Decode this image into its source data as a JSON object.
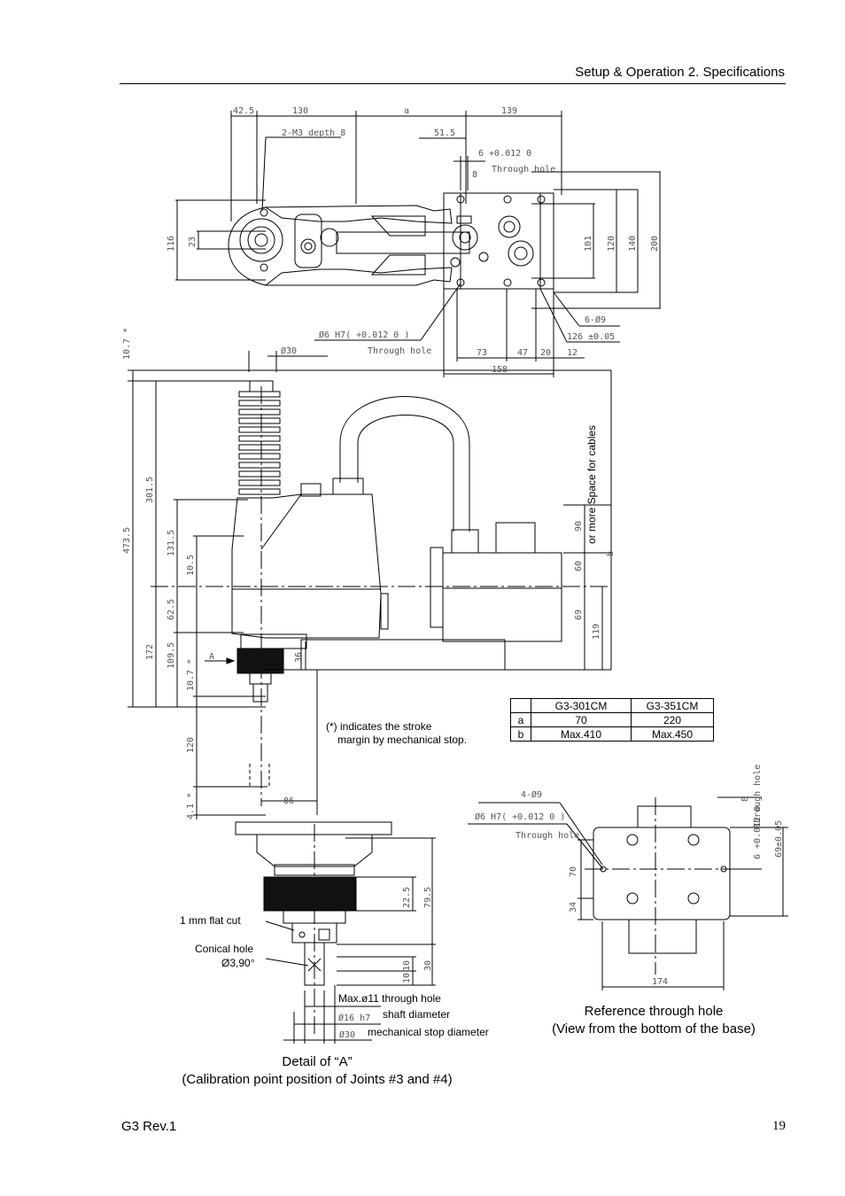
{
  "header": {
    "title": "Setup & Operation   2. Specifications"
  },
  "footer": {
    "left": "G3 Rev.1",
    "page": "19"
  },
  "notes": {
    "stroke_line1": "(*) indicates the stroke",
    "stroke_line2": "margin by mechanical stop.",
    "cable_space": "or more Space for cables",
    "flat_cut": "1  mm  flat  cut",
    "conical_1": "Conical hole",
    "conical_2": "Ø3,90°",
    "max_hole": "Max.ø11 through hole",
    "shaft_dia": "shaft diameter",
    "stop_dia": "mechanical stop diameter",
    "ref_cap1": "Reference through hole",
    "ref_cap2": "(View from the bottom of the base)",
    "detail_cap1": "Detail of “A”",
    "detail_cap2": "(Calibration point position of Joints #3 and #4)"
  },
  "dims": {
    "top_425": "42.5",
    "top_130": "130",
    "top_a": "a",
    "top_139": "139",
    "m3": "2-M3 depth 8",
    "d515": "51.5",
    "d6tol": "6 +0.012 0",
    "thru1": "Through hole",
    "d8": "8",
    "d116": "116",
    "d23": "23",
    "d101": "101",
    "d120": "120",
    "d140": "140",
    "d200": "200",
    "d6h7": "Ø6 H7( +0.012 0 )",
    "thru2": "Through hole",
    "d30": "Ø30",
    "six_holes": "6-Ø9",
    "d126": "126 ±0.05",
    "d73": "73",
    "d47": "47",
    "d20": "20",
    "d12": "12",
    "d158": "158",
    "d107a": "10.7 *",
    "d3015": "301.5",
    "d4735": "473.5",
    "d1315": "131.5",
    "d105": "10.5",
    "d625": "62.5",
    "d172": "172",
    "d1095": "109.5",
    "d107b": "10.7 *",
    "d120b": "120",
    "d41": "4.1 *",
    "dA": "A",
    "d36": "36",
    "d90": "90",
    "d60": "60",
    "d69": "69",
    "d119": "119",
    "db": "b",
    "d86": "86",
    "d225": "22.5",
    "d795": "79.5",
    "d10a": "10",
    "d10b": "10",
    "d30b": "30",
    "d16h7": "Ø16 h7",
    "d30c": "Ø30",
    "four_holes": "4-Ø9",
    "d6h7b": "Ø6 H7( +0.012 0 )",
    "thru3": "Through hole",
    "d70": "70",
    "d34": "34",
    "d174": "174",
    "d8b": "8",
    "thru4": "Through hole",
    "d69b": "69±0.05",
    "d6b": "6 +0.012 0"
  },
  "table": {
    "headers": [
      "",
      "G3-301CM",
      "G3-351CM"
    ],
    "rows": [
      [
        "a",
        "70",
        "220"
      ],
      [
        "b",
        "Max.410",
        "Max.450"
      ]
    ]
  }
}
